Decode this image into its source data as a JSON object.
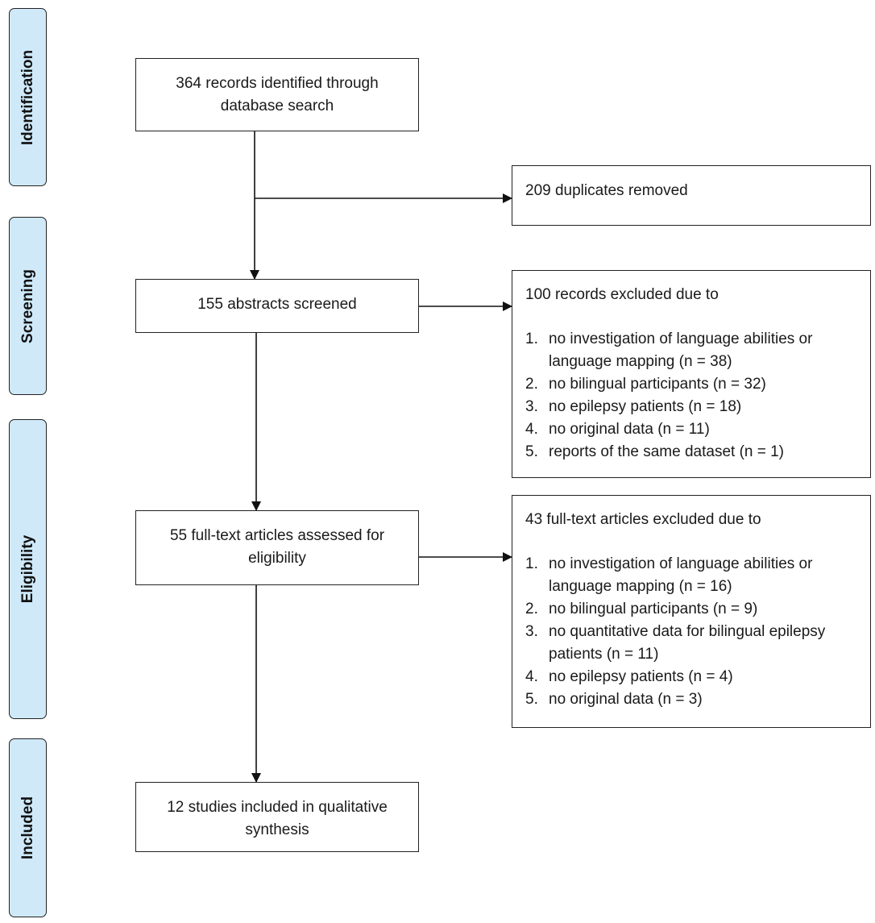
{
  "stages": [
    {
      "id": "identification",
      "label": "Identification"
    },
    {
      "id": "screening",
      "label": "Screening"
    },
    {
      "id": "eligibility",
      "label": "Eligibility"
    },
    {
      "id": "included",
      "label": "Included"
    }
  ],
  "boxes": {
    "identified": {
      "lines": [
        "364 records identified through",
        "database search"
      ]
    },
    "duplicates": {
      "lines": [
        "209 duplicates removed"
      ]
    },
    "screened": {
      "lines": [
        "155 abstracts screened"
      ]
    },
    "excluded_records": {
      "heading": "100 records excluded due to",
      "items": [
        {
          "num": "1.",
          "lines": [
            "no investigation of language abilities or",
            "language mapping (n = 38)"
          ]
        },
        {
          "num": "2.",
          "lines": [
            "no bilingual participants (n = 32)"
          ]
        },
        {
          "num": "3.",
          "lines": [
            "no epilepsy patients (n = 18)"
          ]
        },
        {
          "num": "4.",
          "lines": [
            "no original data (n = 11)"
          ]
        },
        {
          "num": "5.",
          "lines": [
            "reports of the same dataset (n = 1)"
          ]
        }
      ]
    },
    "fulltext": {
      "lines": [
        "55 full-text articles assessed for",
        "eligibility"
      ]
    },
    "excluded_fulltext": {
      "heading": "43 full-text articles excluded due to",
      "items": [
        {
          "num": "1.",
          "lines": [
            "no investigation of language abilities or",
            "language mapping (n = 16)"
          ]
        },
        {
          "num": "2.",
          "lines": [
            "no bilingual participants (n = 9)"
          ]
        },
        {
          "num": "3.",
          "lines": [
            "no quantitative data for bilingual epilepsy",
            "patients (n = 11)"
          ]
        },
        {
          "num": "4.",
          "lines": [
            "no epilepsy patients (n = 4)"
          ]
        },
        {
          "num": "5.",
          "lines": [
            "no original data (n = 3)"
          ]
        }
      ]
    },
    "included": {
      "lines": [
        "12 studies included in qualitative",
        "synthesis"
      ]
    }
  }
}
